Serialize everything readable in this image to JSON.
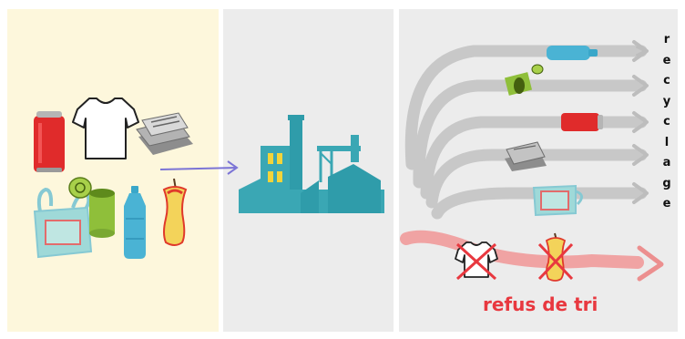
{
  "panels": {
    "waste_mix": {
      "items": [
        "soda-can-icon",
        "t-shirt-icon",
        "newspaper-icon",
        "plastic-bag-icon",
        "tin-can-icon",
        "water-bottle-icon",
        "apple-core-icon"
      ]
    },
    "plant": {
      "icon": "factory-icon"
    },
    "outcomes": {
      "recycled_items": [
        "water-bottle-icon",
        "tin-can-icon",
        "soda-can-icon",
        "newspaper-icon",
        "plastic-bag-icon"
      ],
      "rejected_items": [
        "t-shirt-icon",
        "apple-core-icon"
      ],
      "recycle_label": "recyclage",
      "recycle_letters": [
        "r",
        "e",
        "c",
        "y",
        "c",
        "l",
        "a",
        "g",
        "e"
      ],
      "reject_label": "refus de tri"
    }
  },
  "colors": {
    "waste_background": "#fdf7dc",
    "panel_background": "#ececec",
    "factory": "#3aa7b4",
    "factory_windows": "#f2d43a",
    "flow_arrow": "#7b74d6",
    "recycle_arrows": "#c8c8c8",
    "reject_arrow": "#f0a3a3",
    "reject_text": "#e8383f",
    "reject_cross": "#e8383f"
  }
}
